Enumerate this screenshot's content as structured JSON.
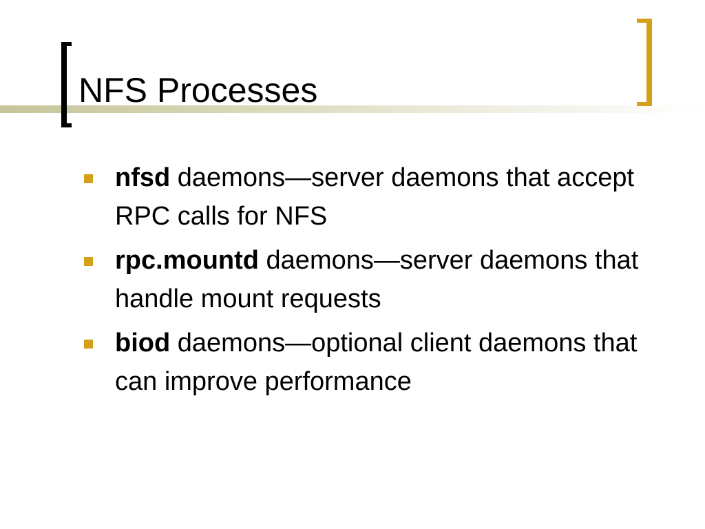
{
  "slide": {
    "title": "NFS Processes",
    "colors": {
      "accent": "#d4a017",
      "band": "#c6c59a",
      "text": "#000000",
      "background": "#ffffff"
    },
    "bullets": [
      {
        "term": "nfsd",
        "text": " daemons—server daemons that accept RPC calls for NFS"
      },
      {
        "term": "rpc.mountd",
        "text": " daemons—server daemons that handle mount requests"
      },
      {
        "term": "biod",
        "text": " daemons—optional client daemons that can improve performance"
      }
    ]
  }
}
